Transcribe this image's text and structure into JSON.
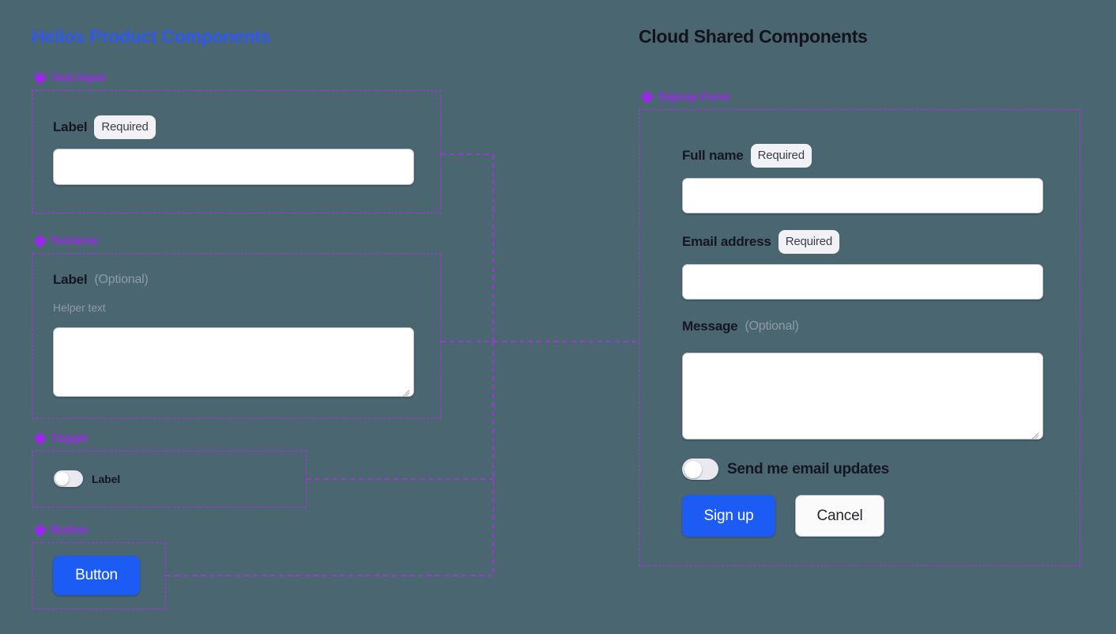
{
  "background_color": "#4a6670",
  "accent": {
    "purple": "#9b28e8",
    "dashed_border": "#b428f0",
    "blue_title": "#2f58ee",
    "button_blue": "#1c5cf5",
    "dark_title": "#12131c"
  },
  "left_panel": {
    "title": "Helios Product Components",
    "sections": [
      {
        "icon": "clover-diamond-icon",
        "name": "Text Input",
        "label": "Label",
        "badge": "Required",
        "input_value": "",
        "input_placeholder": ""
      },
      {
        "icon": "clover-diamond-icon",
        "name": "Textarea",
        "label": "Label",
        "optional": "(Optional)",
        "helper": "Helper text",
        "textarea_value": "",
        "textarea_placeholder": ""
      },
      {
        "icon": "clover-diamond-icon",
        "name": "Toggle",
        "toggle_label": "Label",
        "toggle_state": "off"
      },
      {
        "icon": "clover-diamond-icon",
        "name": "Button",
        "button_label": "Button"
      }
    ]
  },
  "right_panel": {
    "title": "Cloud Shared Components",
    "section": {
      "icon": "clover-diamond-icon",
      "name": "Signup Form",
      "fields": [
        {
          "label": "Full name",
          "badge": "Required",
          "value": "",
          "placeholder": ""
        },
        {
          "label": "Email address",
          "badge": "Required",
          "value": "",
          "placeholder": ""
        },
        {
          "label": "Message",
          "optional": "(Optional)",
          "value": "",
          "placeholder": ""
        }
      ],
      "toggle": {
        "label": "Send me email updates",
        "state": "off"
      },
      "actions": {
        "primary": "Sign up",
        "secondary": "Cancel"
      }
    }
  }
}
